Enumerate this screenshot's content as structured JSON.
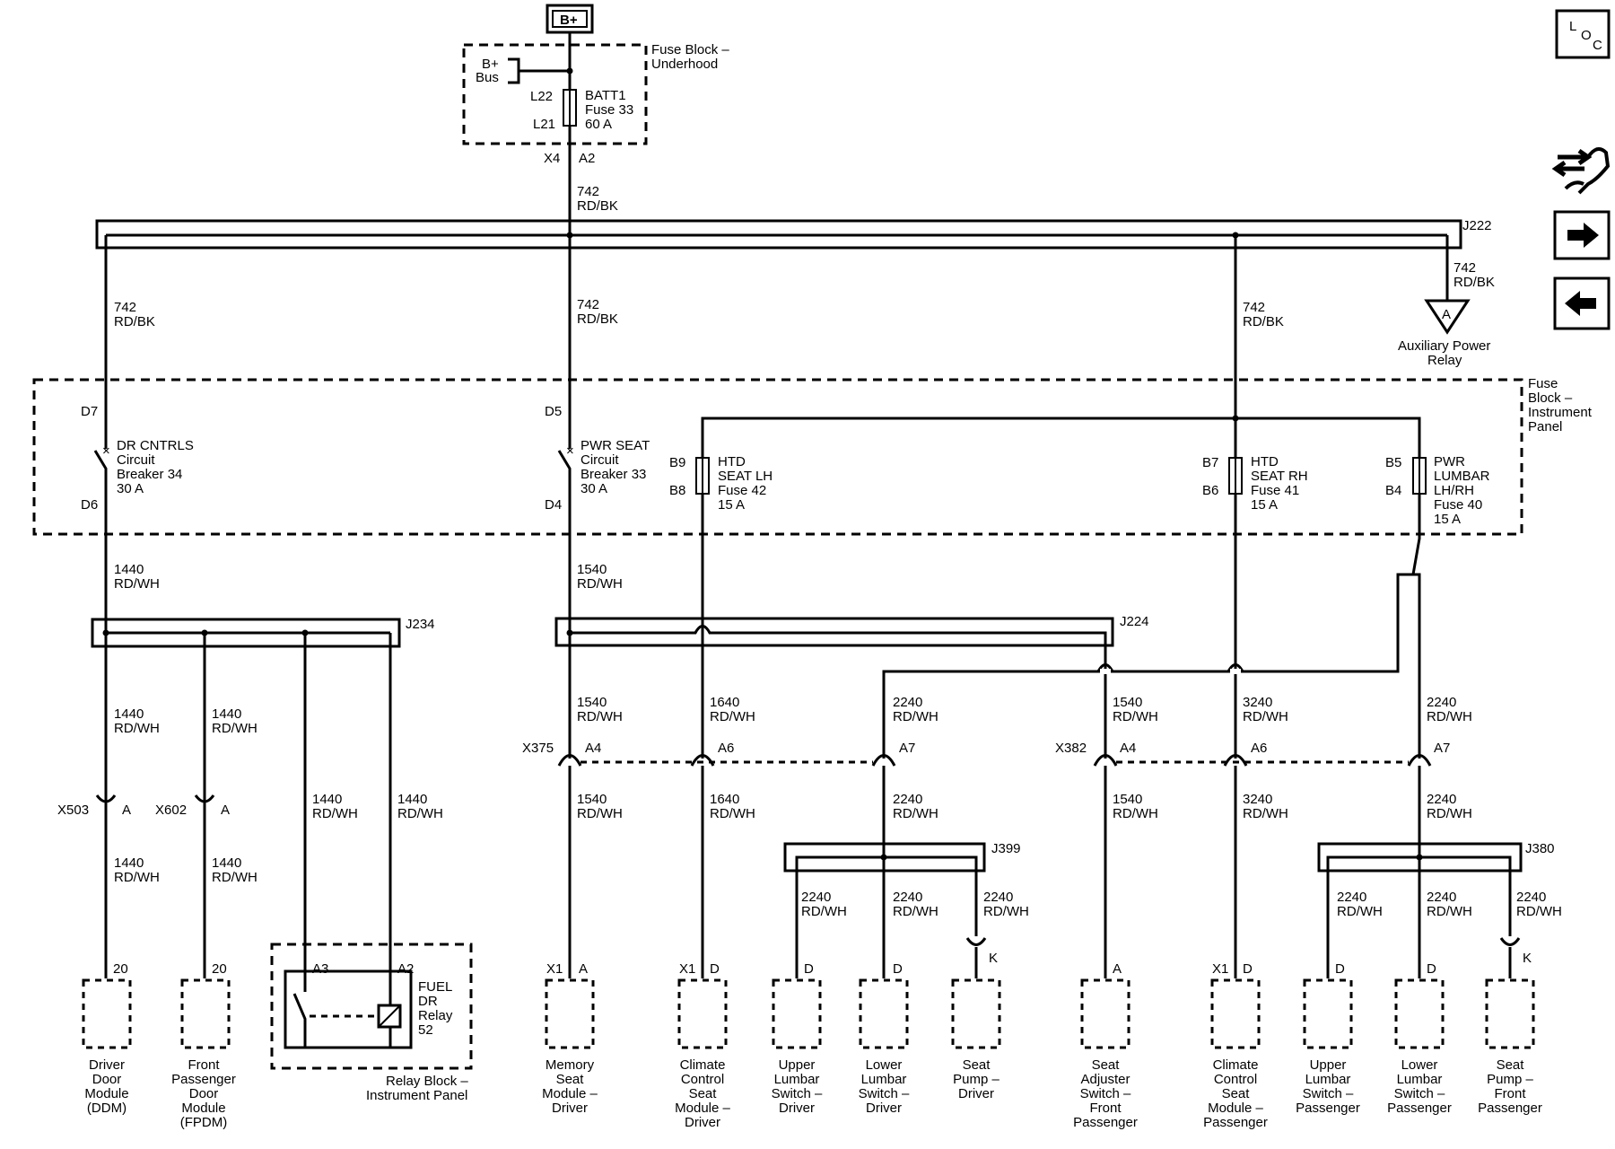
{
  "power": {
    "source": "B+"
  },
  "fuse_block_underhood": {
    "title_1": "Fuse Block –",
    "title_2": "Underhood",
    "bus_1": "B+",
    "bus_2": "Bus",
    "fuse_1": "BATT1",
    "fuse_2": "Fuse 33",
    "fuse_3": "60 A",
    "pin_top": "L22",
    "pin_bottom": "L21",
    "conn": "X4",
    "pin": "A2"
  },
  "wire_742": {
    "num": "742",
    "color": "RD/BK"
  },
  "splices": {
    "j222": "J222",
    "j234": "J234",
    "j224": "J224",
    "j399": "J399",
    "j380": "J380"
  },
  "aux_relay": {
    "letter": "A",
    "name_1": "Auxiliary Power",
    "name_2": "Relay"
  },
  "fuse_block_ip": {
    "title_1": "Fuse",
    "title_2": "Block –",
    "title_3": "Instrument",
    "title_4": "Panel",
    "dr_cntrls": {
      "pin_top": "D7",
      "pin_bottom": "D6",
      "l1": "DR CNTRLS",
      "l2": "Circuit",
      "l3": "Breaker 34",
      "l4": "30 A"
    },
    "pwr_seat": {
      "pin_top": "D5",
      "pin_bottom": "D4",
      "l1": "PWR SEAT",
      "l2": "Circuit",
      "l3": "Breaker 33",
      "l4": "30 A"
    },
    "htd_lh": {
      "pin_top": "B9",
      "pin_bottom": "B8",
      "l1": "HTD",
      "l2": "SEAT LH",
      "l3": "Fuse 42",
      "l4": "15 A"
    },
    "htd_rh": {
      "pin_top": "B7",
      "pin_bottom": "B6",
      "l1": "HTD",
      "l2": "SEAT RH",
      "l3": "Fuse 41",
      "l4": "15 A"
    },
    "pwr_lumbar": {
      "pin_top": "B5",
      "pin_bottom": "B4",
      "l1": "PWR",
      "l2": "LUMBAR",
      "l3": "LH/RH",
      "l4": "Fuse 40",
      "l5": "15 A"
    }
  },
  "wires": {
    "w1440": "1440",
    "w1540": "1540",
    "w1640": "1640",
    "w2240": "2240",
    "w3240": "3240",
    "rdwh": "RD/WH"
  },
  "connectors": {
    "x503": "X503",
    "x602": "X602",
    "x375": "X375",
    "x382": "X382",
    "x1": "X1",
    "pin_a": "A",
    "pin_a4": "A4",
    "pin_a6": "A6",
    "pin_a7": "A7",
    "pin_20": "20",
    "pin_d": "D",
    "pin_k": "K",
    "pin_a3": "A3",
    "pin_a2": "A2"
  },
  "relay": {
    "l1": "FUEL",
    "l2": "DR",
    "l3": "Relay",
    "l4": "52",
    "block_1": "Relay Block –",
    "block_2": "Instrument Panel"
  },
  "modules": {
    "ddm": [
      "Driver",
      "Door",
      "Module",
      "(DDM)"
    ],
    "fpdm": [
      "Front",
      "Passenger",
      "Door",
      "Module",
      "(FPDM)"
    ],
    "msm": [
      "Memory",
      "Seat",
      "Module –",
      "Driver"
    ],
    "ccsm_d": [
      "Climate",
      "Control",
      "Seat",
      "Module –",
      "Driver"
    ],
    "uls_d": [
      "Upper",
      "Lumbar",
      "Switch –",
      "Driver"
    ],
    "lls_d": [
      "Lower",
      "Lumbar",
      "Switch –",
      "Driver"
    ],
    "sp_d": [
      "Seat",
      "Pump –",
      "Driver"
    ],
    "sas_fp": [
      "Seat",
      "Adjuster",
      "Switch –",
      "Front",
      "Passenger"
    ],
    "ccsm_p": [
      "Climate",
      "Control",
      "Seat",
      "Module –",
      "Passenger"
    ],
    "uls_p": [
      "Upper",
      "Lumbar",
      "Switch –",
      "Passenger"
    ],
    "lls_p": [
      "Lower",
      "Lumbar",
      "Switch –",
      "Passenger"
    ],
    "sp_fp": [
      "Seat",
      "Pump –",
      "Front",
      "Passenger"
    ]
  },
  "nav": {
    "loc_l": "L",
    "loc_o": "O",
    "loc_c": "C"
  }
}
